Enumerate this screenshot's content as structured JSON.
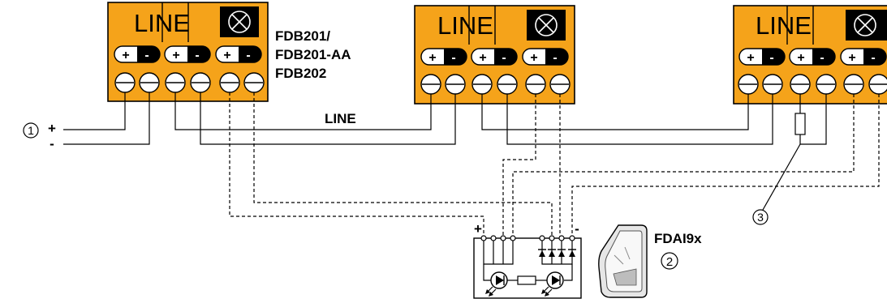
{
  "blocks": [
    {
      "label": "LINE",
      "pole_plus": "+",
      "pole_minus": "-"
    },
    {
      "label": "LINE",
      "pole_plus": "+",
      "pole_minus": "-"
    },
    {
      "label": "LINE",
      "pole_plus": "+",
      "pole_minus": "-"
    }
  ],
  "device_names": [
    "FDB201/",
    "FDB201-AA",
    "FDB202"
  ],
  "line_label": "LINE",
  "supply": {
    "marker": "1",
    "plus": "+",
    "minus": "-"
  },
  "indicator": {
    "plus": "+",
    "minus": "-"
  },
  "fdai": {
    "name": "FDAI9x",
    "marker": "2"
  },
  "resistor_marker": "3",
  "colors": {
    "terminal_block": "#f5a31a",
    "wire": "#000000"
  }
}
